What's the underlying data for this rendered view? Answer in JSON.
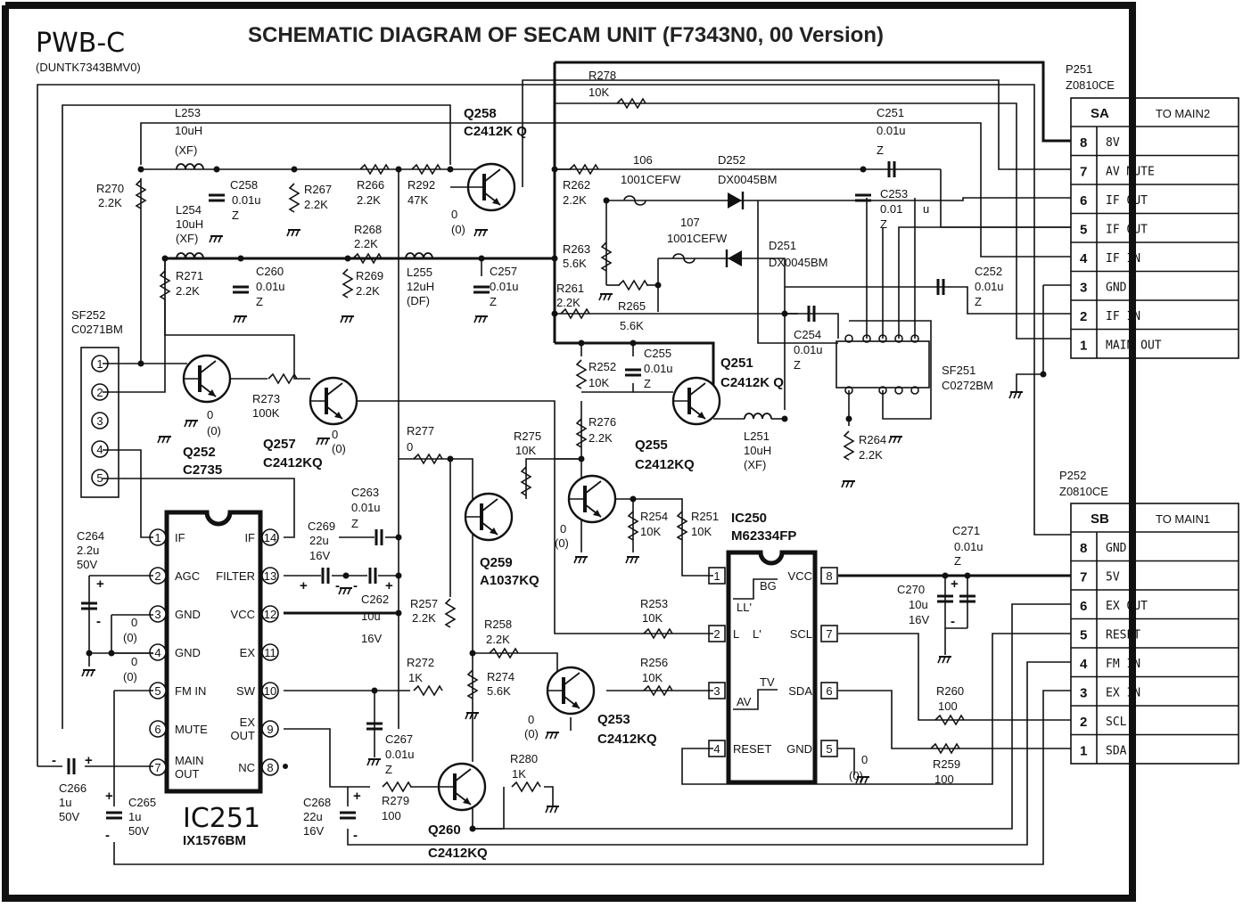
{
  "title": "SCHEMATIC DIAGRAM OF SECAM UNIT (F7343N0, 00 Version)",
  "board": "PWB-C",
  "board_code": "(DUNTK7343BMV0)",
  "connectors": [
    {
      "id": "P251",
      "part": "Z0810CE",
      "header_left": "SA",
      "header_right": "TO MAIN2",
      "pins": [
        {
          "n": "8",
          "label": "8V"
        },
        {
          "n": "7",
          "label": "AV MUTE"
        },
        {
          "n": "6",
          "label": "IF OUT"
        },
        {
          "n": "5",
          "label": "IF OUT"
        },
        {
          "n": "4",
          "label": "IF IN"
        },
        {
          "n": "3",
          "label": "GND"
        },
        {
          "n": "2",
          "label": "IF IN"
        },
        {
          "n": "1",
          "label": "MAIN OUT"
        }
      ]
    },
    {
      "id": "P252",
      "part": "Z0810CE",
      "header_left": "SB",
      "header_right": "TO MAIN1",
      "pins": [
        {
          "n": "8",
          "label": "GND"
        },
        {
          "n": "7",
          "label": "5V"
        },
        {
          "n": "6",
          "label": "EX OUT"
        },
        {
          "n": "5",
          "label": "RESET"
        },
        {
          "n": "4",
          "label": "FM IN"
        },
        {
          "n": "3",
          "label": "EX IN"
        },
        {
          "n": "2",
          "label": "SCL"
        },
        {
          "n": "1",
          "label": "SDA"
        }
      ]
    }
  ],
  "ic251": {
    "ref": "IC251",
    "part": "IX1576BM",
    "left_pins": [
      {
        "n": "1",
        "label": "IF"
      },
      {
        "n": "2",
        "label": "AGC"
      },
      {
        "n": "3",
        "label": "GND"
      },
      {
        "n": "4",
        "label": "GND"
      },
      {
        "n": "5",
        "label": "FM IN"
      },
      {
        "n": "6",
        "label": "MUTE"
      },
      {
        "n": "7",
        "label": "MAIN OUT"
      }
    ],
    "right_pins": [
      {
        "n": "14",
        "label": "IF"
      },
      {
        "n": "13",
        "label": "FILTER"
      },
      {
        "n": "12",
        "label": "VCC"
      },
      {
        "n": "11",
        "label": "EX"
      },
      {
        "n": "10",
        "label": "SW"
      },
      {
        "n": "9",
        "label": "EX OUT"
      },
      {
        "n": "8",
        "label": "NC"
      }
    ]
  },
  "ic250": {
    "ref": "IC250",
    "part": "M62334FP",
    "left_pins": [
      {
        "n": "1",
        "label": ""
      },
      {
        "n": "2",
        "label": "L"
      },
      {
        "n": "3",
        "label": ""
      },
      {
        "n": "4",
        "label": "RESET"
      }
    ],
    "right_pins": [
      {
        "n": "8",
        "label": "VCC"
      },
      {
        "n": "7",
        "label": "SCL"
      },
      {
        "n": "6",
        "label": "SDA"
      },
      {
        "n": "5",
        "label": "GND"
      }
    ],
    "inner": {
      "bg": "BG",
      "ll": "LL'",
      "lp": "L'",
      "tv": "TV",
      "av": "AV"
    }
  },
  "sf252": {
    "ref": "SF252",
    "part": "C0271BM",
    "pins": [
      "1",
      "2",
      "3",
      "4",
      "5"
    ]
  },
  "sf251": {
    "ref": "SF251",
    "part": "C0272BM"
  },
  "transistors": [
    {
      "ref": "Q258",
      "part": "C2412K Q",
      "note": "0 (0)"
    },
    {
      "ref": "Q252",
      "part": "C2735",
      "note": "0 (0)"
    },
    {
      "ref": "Q257",
      "part": "C2412KQ",
      "note": "0 (0)"
    },
    {
      "ref": "Q251",
      "part": "C2412K Q",
      "note": ""
    },
    {
      "ref": "Q255",
      "part": "C2412KQ",
      "note": ""
    },
    {
      "ref": "Q259",
      "part": "A1037KQ",
      "note": "0 (0)"
    },
    {
      "ref": "Q253",
      "part": "C2412KQ",
      "note": "0 (0)"
    },
    {
      "ref": "Q260",
      "part": "C2412KQ",
      "note": ""
    }
  ],
  "parts": {
    "R278": {
      "ref": "R278",
      "val": "10K"
    },
    "L253": {
      "ref": "L253",
      "val": "10uH",
      "val2": "(XF)"
    },
    "C251": {
      "ref": "C251",
      "val": "0.01u",
      "val2": "Z"
    },
    "R270": {
      "ref": "R270",
      "val": "2.2K"
    },
    "C258": {
      "ref": "C258",
      "val": "0.01u",
      "val2": "Z"
    },
    "R267": {
      "ref": "R267",
      "val": "2.2K"
    },
    "R266": {
      "ref": "R266",
      "val": "2.2K"
    },
    "R292": {
      "ref": "R292",
      "val": "47K"
    },
    "R262": {
      "ref": "R262",
      "val": "2.2K"
    },
    "I106": {
      "ref": "106",
      "val": "1001CEFW"
    },
    "D252": {
      "ref": "D252",
      "val": "DX0045BM"
    },
    "C253": {
      "ref": "C253",
      "val": "0.01",
      "val2": "Z",
      "unit": "u"
    },
    "L254": {
      "ref": "L254",
      "val": "10uH",
      "val2": "(XF)"
    },
    "R268": {
      "ref": "R268",
      "val": "2.2K"
    },
    "I107": {
      "ref": "107",
      "val": "1001CEFW"
    },
    "D251": {
      "ref": "D251",
      "val": "DX0045BM"
    },
    "R271": {
      "ref": "R271",
      "val": "2.2K"
    },
    "C260": {
      "ref": "C260",
      "val": "0.01u",
      "val2": "Z"
    },
    "R269": {
      "ref": "R269",
      "val": "2.2K"
    },
    "L255": {
      "ref": "L255",
      "val": "12uH",
      "val2": "(DF)"
    },
    "C257": {
      "ref": "C257",
      "val": "0.01u",
      "val2": "Z"
    },
    "R263": {
      "ref": "R263",
      "val": "5.6K"
    },
    "R261": {
      "ref": "R261",
      "val": "2.2K"
    },
    "R265": {
      "ref": "R265",
      "val": "5.6K"
    },
    "C252": {
      "ref": "C252",
      "val": "0.01u",
      "val2": "Z"
    },
    "C254": {
      "ref": "C254",
      "val": "0.01u",
      "val2": "Z"
    },
    "C255": {
      "ref": "C255",
      "val": "0.01u",
      "val2": "Z"
    },
    "R252": {
      "ref": "R252",
      "val": "10K"
    },
    "R273": {
      "ref": "R273",
      "val": "100K"
    },
    "R276": {
      "ref": "R276",
      "val": "2.2K"
    },
    "L251": {
      "ref": "L251",
      "val": "10uH",
      "val2": "(XF)"
    },
    "R264": {
      "ref": "R264",
      "val": "2.2K"
    },
    "R277": {
      "ref": "R277",
      "val": "0"
    },
    "R275": {
      "ref": "R275",
      "val": "10K"
    },
    "C263": {
      "ref": "C263",
      "val": "0.01u",
      "val2": "Z"
    },
    "C269": {
      "ref": "C269",
      "val": "22u",
      "val2": "16V"
    },
    "C264": {
      "ref": "C264",
      "val": "2.2u",
      "val2": "50V"
    },
    "C262": {
      "ref": "C262",
      "val": "10u",
      "val2": "16V"
    },
    "R254": {
      "ref": "R254",
      "val": "10K"
    },
    "R251": {
      "ref": "R251",
      "val": "10K"
    },
    "C271": {
      "ref": "C271",
      "val": "0.01u",
      "val2": "Z"
    },
    "C270": {
      "ref": "C270",
      "val": "10u",
      "val2": "16V"
    },
    "R257": {
      "ref": "R257",
      "val": "2.2K"
    },
    "R253": {
      "ref": "R253",
      "val": "10K"
    },
    "R258": {
      "ref": "R258",
      "val": "2.2K"
    },
    "R272": {
      "ref": "R272",
      "val": "1K"
    },
    "R274": {
      "ref": "R274",
      "val": "5.6K"
    },
    "R256": {
      "ref": "R256",
      "val": "10K"
    },
    "R260": {
      "ref": "R260",
      "val": "100"
    },
    "C267": {
      "ref": "C267",
      "val": "0.01u",
      "val2": "Z"
    },
    "R259": {
      "ref": "R259",
      "val": "100"
    },
    "R280": {
      "ref": "R280",
      "val": "1K"
    },
    "C266": {
      "ref": "C266",
      "val": "1u",
      "val2": "50V"
    },
    "C265": {
      "ref": "C265",
      "val": "1u",
      "val2": "50V"
    },
    "C268": {
      "ref": "C268",
      "val": "22u",
      "val2": "16V"
    },
    "R279": {
      "ref": "R279",
      "val": "100"
    }
  },
  "notes": {
    "zero": "0",
    "zero_paren": "(0)",
    "plus": "+",
    "minus": "-"
  }
}
